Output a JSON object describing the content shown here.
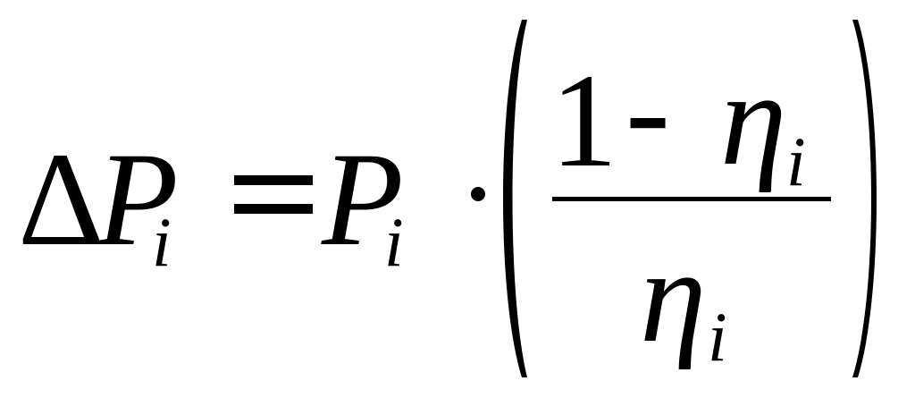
{
  "formula": {
    "lhs_delta": "Δ",
    "lhs_P": "P",
    "lhs_sub": "i",
    "rhs_P": "P",
    "rhs_sub": "i",
    "numerator_one": "1",
    "numerator_minus": "-",
    "numerator_eta": "η",
    "numerator_sub": "i",
    "denominator_eta": "η",
    "denominator_sub": "i"
  }
}
